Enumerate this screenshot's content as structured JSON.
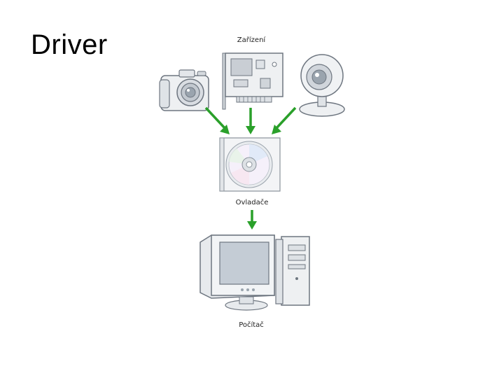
{
  "slide": {
    "title": "Driver"
  },
  "diagram": {
    "devices_label": "Zařízení",
    "drivers_label": "Ovladače",
    "computer_label": "Počítač",
    "icons": {
      "camera": "camera-icon",
      "card": "expansion-card-icon",
      "webcam": "webcam-icon",
      "cd": "driver-cd-icon",
      "computer": "computer-icon"
    },
    "colors": {
      "arrow": "#2aa02a",
      "outline": "#6e7680",
      "screen": "#aab6c3"
    }
  }
}
